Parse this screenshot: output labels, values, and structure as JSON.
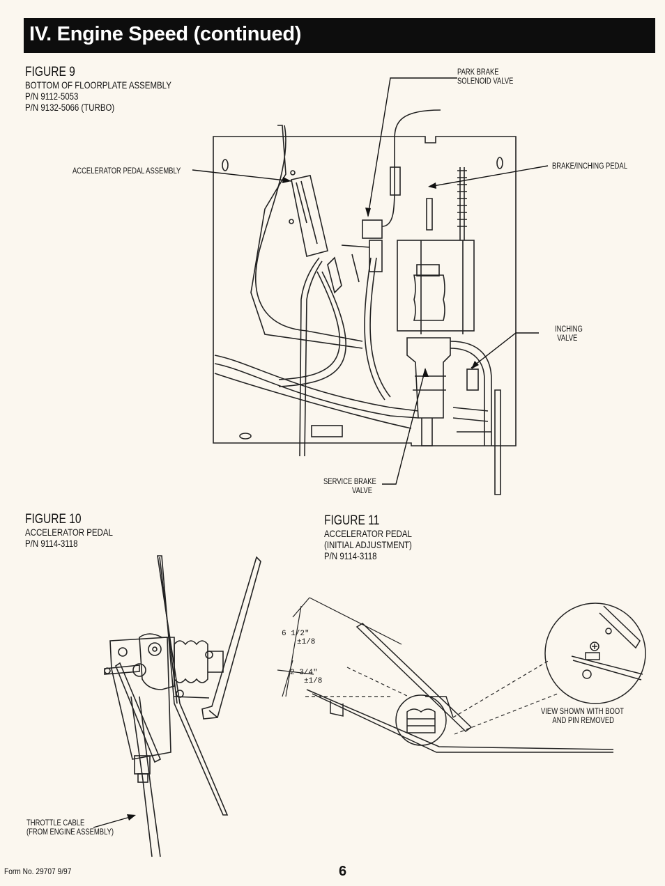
{
  "header": {
    "title": "IV. Engine Speed (continued)"
  },
  "figure9": {
    "title": "FIGURE 9",
    "lines": [
      "BOTTOM OF FLOORPLATE ASSEMBLY",
      "P/N 9112-5053",
      "P/N 9132-5066 (TURBO)"
    ],
    "callouts": {
      "park_brake": [
        "PARK BRAKE",
        "SOLENOID VALVE"
      ],
      "accelerator_assembly": "ACCELERATOR PEDAL ASSEMBLY",
      "brake_inching": "BRAKE/INCHING PEDAL",
      "inching_valve": [
        "INCHING",
        "VALVE"
      ],
      "service_brake": [
        "SERVICE BRAKE",
        "VALVE"
      ]
    }
  },
  "figure10": {
    "title": "FIGURE 10",
    "lines": [
      "ACCELERATOR PEDAL",
      "P/N 9114-3118"
    ],
    "callouts": {
      "throttle_cable": [
        "THROTTLE CABLE",
        "(FROM ENGINE ASSEMBLY)"
      ]
    }
  },
  "figure11": {
    "title": "FIGURE 11",
    "lines": [
      "ACCELERATOR PEDAL",
      "(INITIAL ADJUSTMENT)",
      "P/N 9114-3118"
    ],
    "dimensions": {
      "upper": "6 1/2\"",
      "upper_tol": "±1/8",
      "lower": "2 3/4\"",
      "lower_tol": "±1/8"
    },
    "callouts": {
      "view_note": [
        "VIEW SHOWN WITH BOOT",
        "AND PIN REMOVED"
      ]
    }
  },
  "footer": {
    "form_no": "Form No. 29707 9/97",
    "page_number": "6"
  }
}
